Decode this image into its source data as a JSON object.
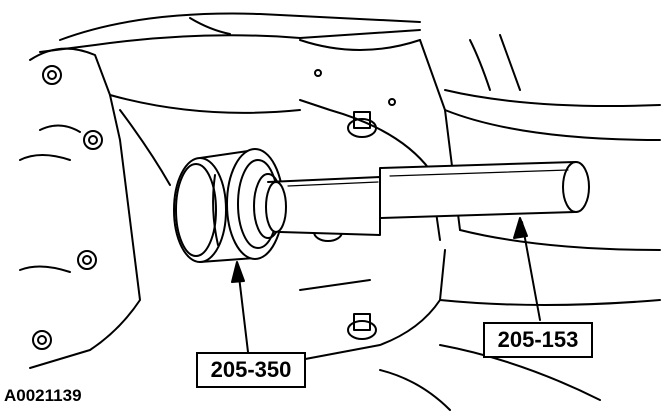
{
  "callouts": {
    "remover_installer": "205-350",
    "slide_hammer": "205-153"
  },
  "figure_id": "A0021139",
  "colors": {
    "line": "#000000",
    "background": "#ffffff"
  }
}
